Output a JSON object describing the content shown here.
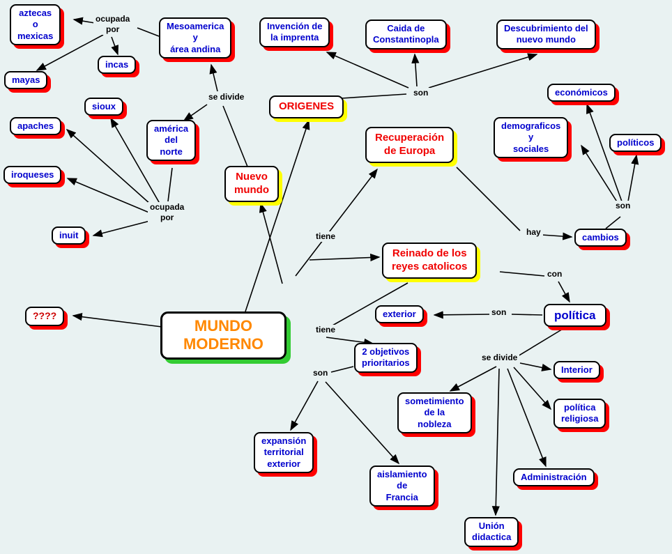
{
  "colors": {
    "background": "#e9f2f2",
    "node_background": "#ffffff",
    "node_border": "#000000",
    "blue_text": "#0000cd",
    "red_text": "#f00000",
    "orange_text": "#ff8800",
    "shadow_red": "#ff0000",
    "shadow_yellow": "#ffff00",
    "shadow_green": "#33cc33",
    "edge_label_text": "#000000"
  },
  "nodes": [
    {
      "id": "aztecas-o-mexicas",
      "label": "aztecas\no\nmexicas"
    },
    {
      "id": "mayas",
      "label": "mayas"
    },
    {
      "id": "incas",
      "label": "incas"
    },
    {
      "id": "mesoamerica",
      "label": "Mesoamerica\ny\nárea andina"
    },
    {
      "id": "sioux",
      "label": "sioux"
    },
    {
      "id": "apaches",
      "label": "apaches"
    },
    {
      "id": "iroqueses",
      "label": "iroqueses"
    },
    {
      "id": "america-del-norte",
      "label": "américa\ndel\nnorte"
    },
    {
      "id": "inuit",
      "label": "inuit"
    },
    {
      "id": "interrogantes",
      "label": "????"
    },
    {
      "id": "origenes",
      "label": "ORIGENES"
    },
    {
      "id": "invencion-imprenta",
      "label": "Invención de\nla imprenta"
    },
    {
      "id": "caida-constantinopla",
      "label": "Caida de\nConstantinopla"
    },
    {
      "id": "descubrimiento-nuevo-mundo",
      "label": "Descubrimiento del\nnuevo mundo"
    },
    {
      "id": "economicos",
      "label": "económicos"
    },
    {
      "id": "demograficos-sociales",
      "label": "demograficos\ny\nsociales"
    },
    {
      "id": "politicos",
      "label": "políticos"
    },
    {
      "id": "recuperacion-europa",
      "label": "Recuperación\nde Europa"
    },
    {
      "id": "nuevo-mundo",
      "label": "Nuevo\nmundo"
    },
    {
      "id": "cambios",
      "label": "cambios"
    },
    {
      "id": "reinado-reyes-catolicos",
      "label": "Reinado de los\nreyes catolicos"
    },
    {
      "id": "mundo-moderno",
      "label": "MUNDO\nMODERNO"
    },
    {
      "id": "exterior",
      "label": "exterior"
    },
    {
      "id": "politica",
      "label": "política"
    },
    {
      "id": "dos-objetivos",
      "label": "2 objetivos\nprioritarios"
    },
    {
      "id": "interior",
      "label": "Interior"
    },
    {
      "id": "sometimiento-nobleza",
      "label": "sometimiento\nde la\nnobleza"
    },
    {
      "id": "politica-religiosa",
      "label": "política\nreligiosa"
    },
    {
      "id": "expansion-territorial",
      "label": "expansión\nterritorial\nexterior"
    },
    {
      "id": "aislamiento-francia",
      "label": "aislamiento\nde\nFrancia"
    },
    {
      "id": "administracion",
      "label": "Administración"
    },
    {
      "id": "union-didactica",
      "label": "Unión\ndidactica"
    }
  ],
  "edge_labels": [
    {
      "text": "ocupada\npor"
    },
    {
      "text": "se divide"
    },
    {
      "text": "son"
    },
    {
      "text": "ocupada\npor"
    },
    {
      "text": "tiene"
    },
    {
      "text": "hay"
    },
    {
      "text": "son"
    },
    {
      "text": "con"
    },
    {
      "text": "son"
    },
    {
      "text": "tiene"
    },
    {
      "text": "se divide"
    },
    {
      "text": "son"
    }
  ],
  "relations": [
    {
      "from": "MUNDO MODERNO",
      "label": "tiene",
      "to": [
        "ORIGENES",
        "Nuevo mundo",
        "Recuperación de Europa",
        "Reinado de los reyes catolicos",
        "????"
      ]
    },
    {
      "from": "ORIGENES",
      "label": "son",
      "to": [
        "Invención de la imprenta",
        "Caida de Constantinopla",
        "Descubrimiento del nuevo mundo"
      ]
    },
    {
      "from": "Nuevo mundo",
      "label": "se divide",
      "to": [
        "Mesoamerica y área andina",
        "américa del norte"
      ]
    },
    {
      "from": "Mesoamerica y área andina",
      "label": "ocupada por",
      "to": [
        "aztecas o mexicas",
        "mayas",
        "incas"
      ]
    },
    {
      "from": "américa del norte",
      "label": "ocupada por",
      "to": [
        "sioux",
        "apaches",
        "iroqueses",
        "inuit"
      ]
    },
    {
      "from": "Recuperación de Europa",
      "label": "hay",
      "to": [
        "cambios"
      ]
    },
    {
      "from": "cambios",
      "label": "son",
      "to": [
        "económicos",
        "demograficos y sociales",
        "políticos"
      ]
    },
    {
      "from": "Reinado de los reyes catolicos",
      "label": "con",
      "to": [
        "política"
      ]
    },
    {
      "from": "política",
      "label": "son",
      "to": [
        "exterior"
      ]
    },
    {
      "from": "política",
      "label": "se divide",
      "to": [
        "Interior",
        "sometimiento de la nobleza",
        "política religiosa",
        "Administración",
        "Unión didactica"
      ]
    },
    {
      "from": "Reinado de los reyes catolicos",
      "label": "tiene",
      "to": [
        "2 objetivos prioritarios"
      ]
    },
    {
      "from": "2 objetivos prioritarios",
      "label": "son",
      "to": [
        "expansión territorial exterior",
        "aislamiento de Francia"
      ]
    }
  ]
}
